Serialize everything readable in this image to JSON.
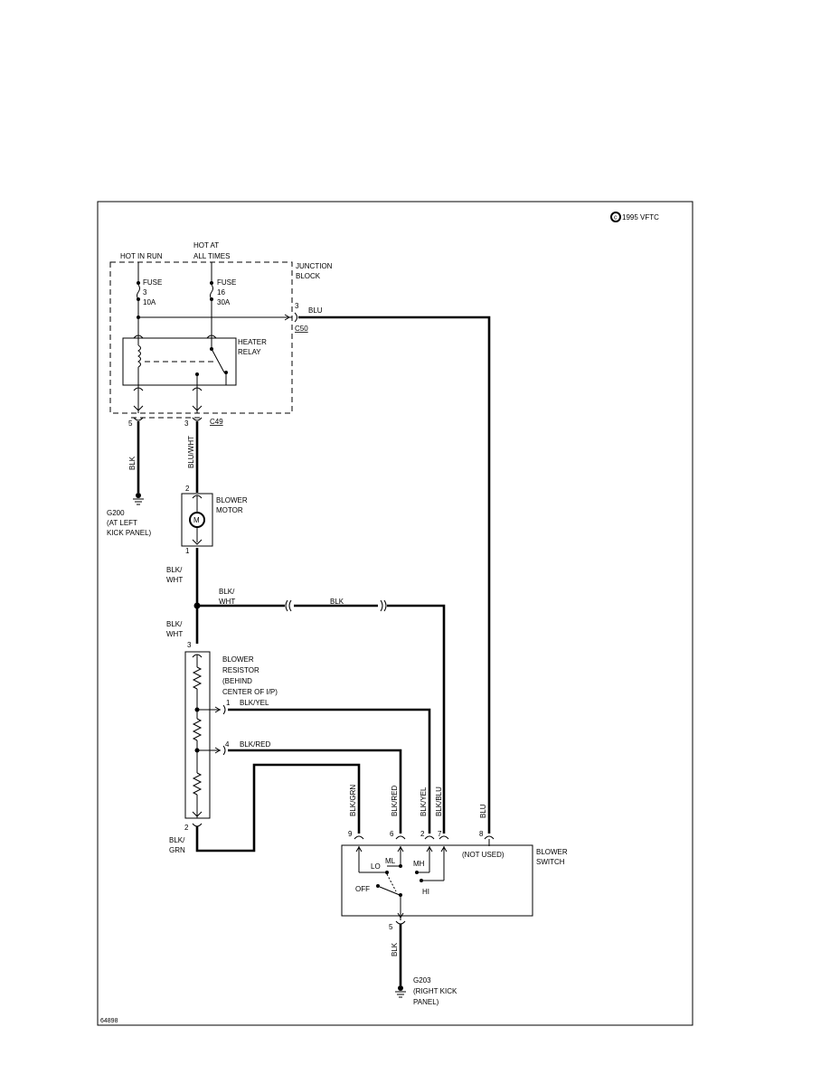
{
  "copyright": "1995 VFTC",
  "figure_id": "64898",
  "power": {
    "hot_in_run_line1": "HOT IN RUN",
    "hot_at_all_times_line1": "HOT AT",
    "hot_at_all_times_line2": "ALL TIMES"
  },
  "junction_block": {
    "label_line1": "JUNCTION",
    "label_line2": "BLOCK",
    "fuse_a": {
      "label": "FUSE",
      "number": "3",
      "rating": "10A"
    },
    "fuse_b": {
      "label": "FUSE",
      "number": "16",
      "rating": "30A"
    },
    "out_pin": "3",
    "out_wire": "BLU",
    "out_connector": "C50",
    "bottom_pin_left": "5",
    "bottom_pin_right": "3",
    "bottom_connector": "C49"
  },
  "heater_relay": {
    "line1": "HEATER",
    "line2": "RELAY"
  },
  "ground_g200": {
    "wire": "BLK",
    "line1": "G200",
    "line2": "(AT LEFT",
    "line3": "KICK PANEL)"
  },
  "blower_motor": {
    "wire_in": "BLU/WHT",
    "pin_top": "2",
    "pin_bottom": "1",
    "line1": "BLOWER",
    "line2": "MOTOR",
    "symbol": "M"
  },
  "splice": {
    "wire_above_line1": "BLK/",
    "wire_above_line2": "WHT",
    "wire_right_line1": "BLK/",
    "wire_right_line2": "WHT",
    "wire_mid": "BLK",
    "wire_below_line1": "BLK/",
    "wire_below_line2": "WHT"
  },
  "blower_resistor": {
    "pin_top": "3",
    "line1": "BLOWER",
    "line2": "RESISTOR",
    "line3": "(BEHIND",
    "line4": "CENTER OF I/P)",
    "pin1": "1",
    "wire1": "BLK/YEL",
    "pin4": "4",
    "wire4": "BLK/RED",
    "pin_bottom": "2",
    "wire_bottom_line1": "BLK/",
    "wire_bottom_line2": "GRN"
  },
  "blower_switch": {
    "line1": "BLOWER",
    "line2": "SWITCH",
    "not_used": "(NOT USED)",
    "wires": [
      "BLK/GRN",
      "BLK/RED",
      "BLK/YEL",
      "BLK/BLU",
      "BLU"
    ],
    "pins": [
      "9",
      "6",
      "2",
      "7",
      "8"
    ],
    "pos_lo": "LO",
    "pos_ml": "ML",
    "pos_mh": "MH",
    "pos_hi": "HI",
    "pos_off": "OFF",
    "pin_bottom": "5",
    "wire_bottom": "BLK"
  },
  "ground_g203": {
    "line1": "G203",
    "line2": "(RIGHT KICK",
    "line3": "PANEL)"
  }
}
